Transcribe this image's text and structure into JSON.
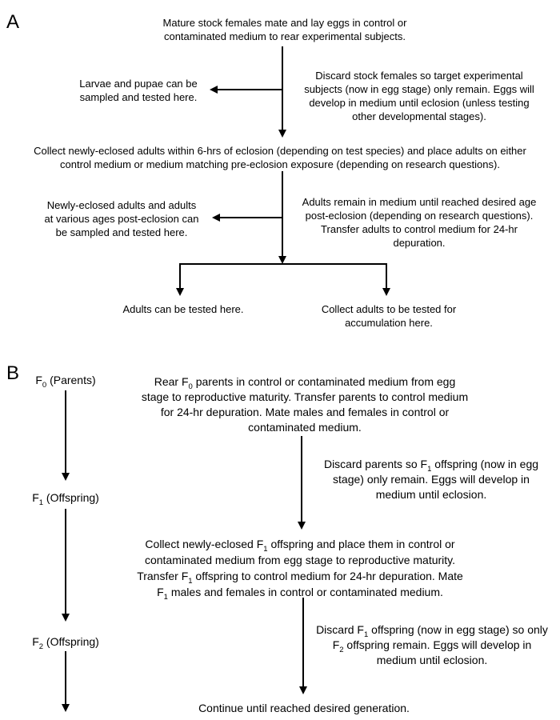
{
  "figure": {
    "background_color": "#ffffff",
    "line_color": "#000000",
    "panel_a": {
      "label": "A",
      "top_text": "Mature stock females mate and lay eggs in control or\ncontaminated medium to rear experimental subjects.",
      "discard_stock_text": "Discard stock females so target experimental\nsubjects (now in egg stage) only remain. Eggs will\ndevelop in medium until eclosion (unless testing\nother developmental stages).",
      "larvae_text": "Larvae and pupae can be\nsampled and tested here.",
      "collect_text": "Collect newly-eclosed adults within 6-hrs of eclosion (depending on test species) and place adults on either\ncontrol medium or medium matching pre-eclosion exposure (depending on research questions).",
      "newly_eclosed_text": "Newly-eclosed adults and adults\nat various ages post-eclosion can\nbe sampled and tested here.",
      "adults_remain_text": "Adults remain in medium until reached desired age\npost-eclosion (depending on research questions).\nTransfer adults to control medium for 24-hr\ndepuration.",
      "tested_here_text": "Adults can be tested here.",
      "accumulation_text": "Collect adults to be tested for\naccumulation here."
    },
    "panel_b": {
      "label": "B",
      "f0_label": "F~0~ (Parents)",
      "f1_label": "F~1~ (Offspring)",
      "f2_label": "F~2~ (Offspring)",
      "rear_text": "Rear F~0~ parents in control or contaminated medium from egg\nstage to reproductive maturity. Transfer parents to control medium\nfor 24-hr depuration. Mate males and females in control or\ncontaminated medium.",
      "discard_parents_text": "Discard parents so F~1~ offspring (now in egg\nstage) only remain. Eggs will develop in\nmedium until eclosion.",
      "collect_f1_text": "Collect newly-eclosed F~1~ offspring and place them in control or\ncontaminated medium from egg stage to reproductive maturity.\nTransfer F~1~ offspring to control medium for 24-hr depuration. Mate\nF~1~ males and females in control or contaminated medium.",
      "discard_f1_text": "Discard F~1~ offspring (now in egg stage) so only\nF~2~ offspring remain. Eggs will develop in\nmedium until eclosion.",
      "continue_text": "Continue until reached desired generation."
    }
  }
}
